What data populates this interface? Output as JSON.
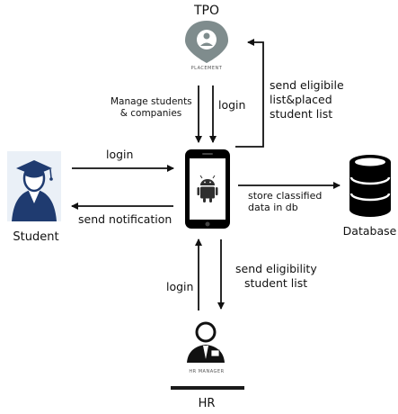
{
  "nodes": {
    "tpo": {
      "title": "TPO",
      "badge": "PLACEMENT",
      "icon": "map-pin-person-icon"
    },
    "student": {
      "title": "Student",
      "icon": "graduate-student-icon"
    },
    "database": {
      "title": "Database",
      "icon": "database-cylinder-icon"
    },
    "hr": {
      "title": "HR",
      "badge": "HR MANAGER",
      "icon": "hr-manager-icon"
    },
    "app": {
      "icon": "android-phone-icon"
    }
  },
  "edges": {
    "tpo_manage": {
      "line1": "Manage students",
      "line2": "& companies"
    },
    "tpo_login": "login",
    "tpo_send": {
      "line1": "send eligibile",
      "line2": "list&placed",
      "line3": "student list"
    },
    "student_login": "login",
    "student_notify": "send notification",
    "db_store": {
      "line1": "store classified",
      "line2": "data in db"
    },
    "hr_login": "login",
    "hr_send": {
      "line1": "send eligibility",
      "line2": "student list"
    }
  },
  "colors": {
    "line": "#111111",
    "tpo_icon": "#7f8c8d",
    "student_bg": "#eaf0f7",
    "student_blue": "#1f3b70",
    "phone": "#000000",
    "android": "#2f2f2f",
    "hr_bar": "#1a1a1a"
  }
}
